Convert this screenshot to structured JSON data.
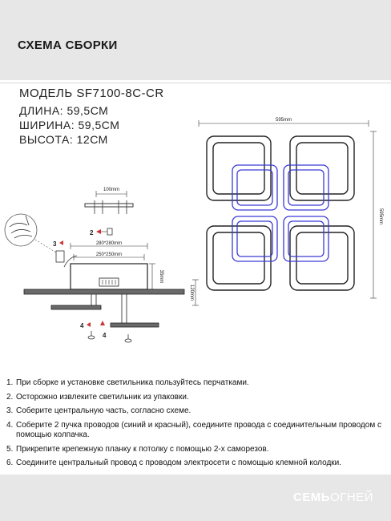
{
  "header": {
    "title": "СХЕМА СБОРКИ"
  },
  "specs": {
    "model": "МОДЕЛЬ SF7100-8C-CR",
    "length": "ДЛИНА: 59,5СМ",
    "width": "ШИРИНА: 59,5СМ",
    "height": "ВЫСОТА: 12СМ"
  },
  "diagram": {
    "top_width": "595mm",
    "right_height": "595mm",
    "bracket_width": "100mm",
    "plate_outer": "280*280mm",
    "plate_inner": "250*250mm",
    "canopy_height": "35mm",
    "total_height": "120mm",
    "step_2": "2",
    "step_3": "3",
    "step_4a": "4",
    "step_4b": "4"
  },
  "instructions": [
    {
      "num": "1.",
      "text": "При сборке и установке светильника пользуйтесь перчатками."
    },
    {
      "num": "2.",
      "text": "Осторожно извлеките светильник из упаковки."
    },
    {
      "num": "3.",
      "text": "Соберите центральную часть, согласно схеме."
    },
    {
      "num": "4.",
      "text": "Соберите 2 пучка проводов (синий и красный), соедините провода с соединительным проводом с помощью колпачка."
    },
    {
      "num": "5.",
      "text": "Прикрепите крепежную планку к потолку с помощью 2-х саморезов."
    },
    {
      "num": "6.",
      "text": "Соедините центральный провод с проводом электросети с помощью клемной колодки."
    }
  ],
  "footer": {
    "brand_a": "СЕМЬ",
    "brand_b": "ОГНЕЙ"
  }
}
